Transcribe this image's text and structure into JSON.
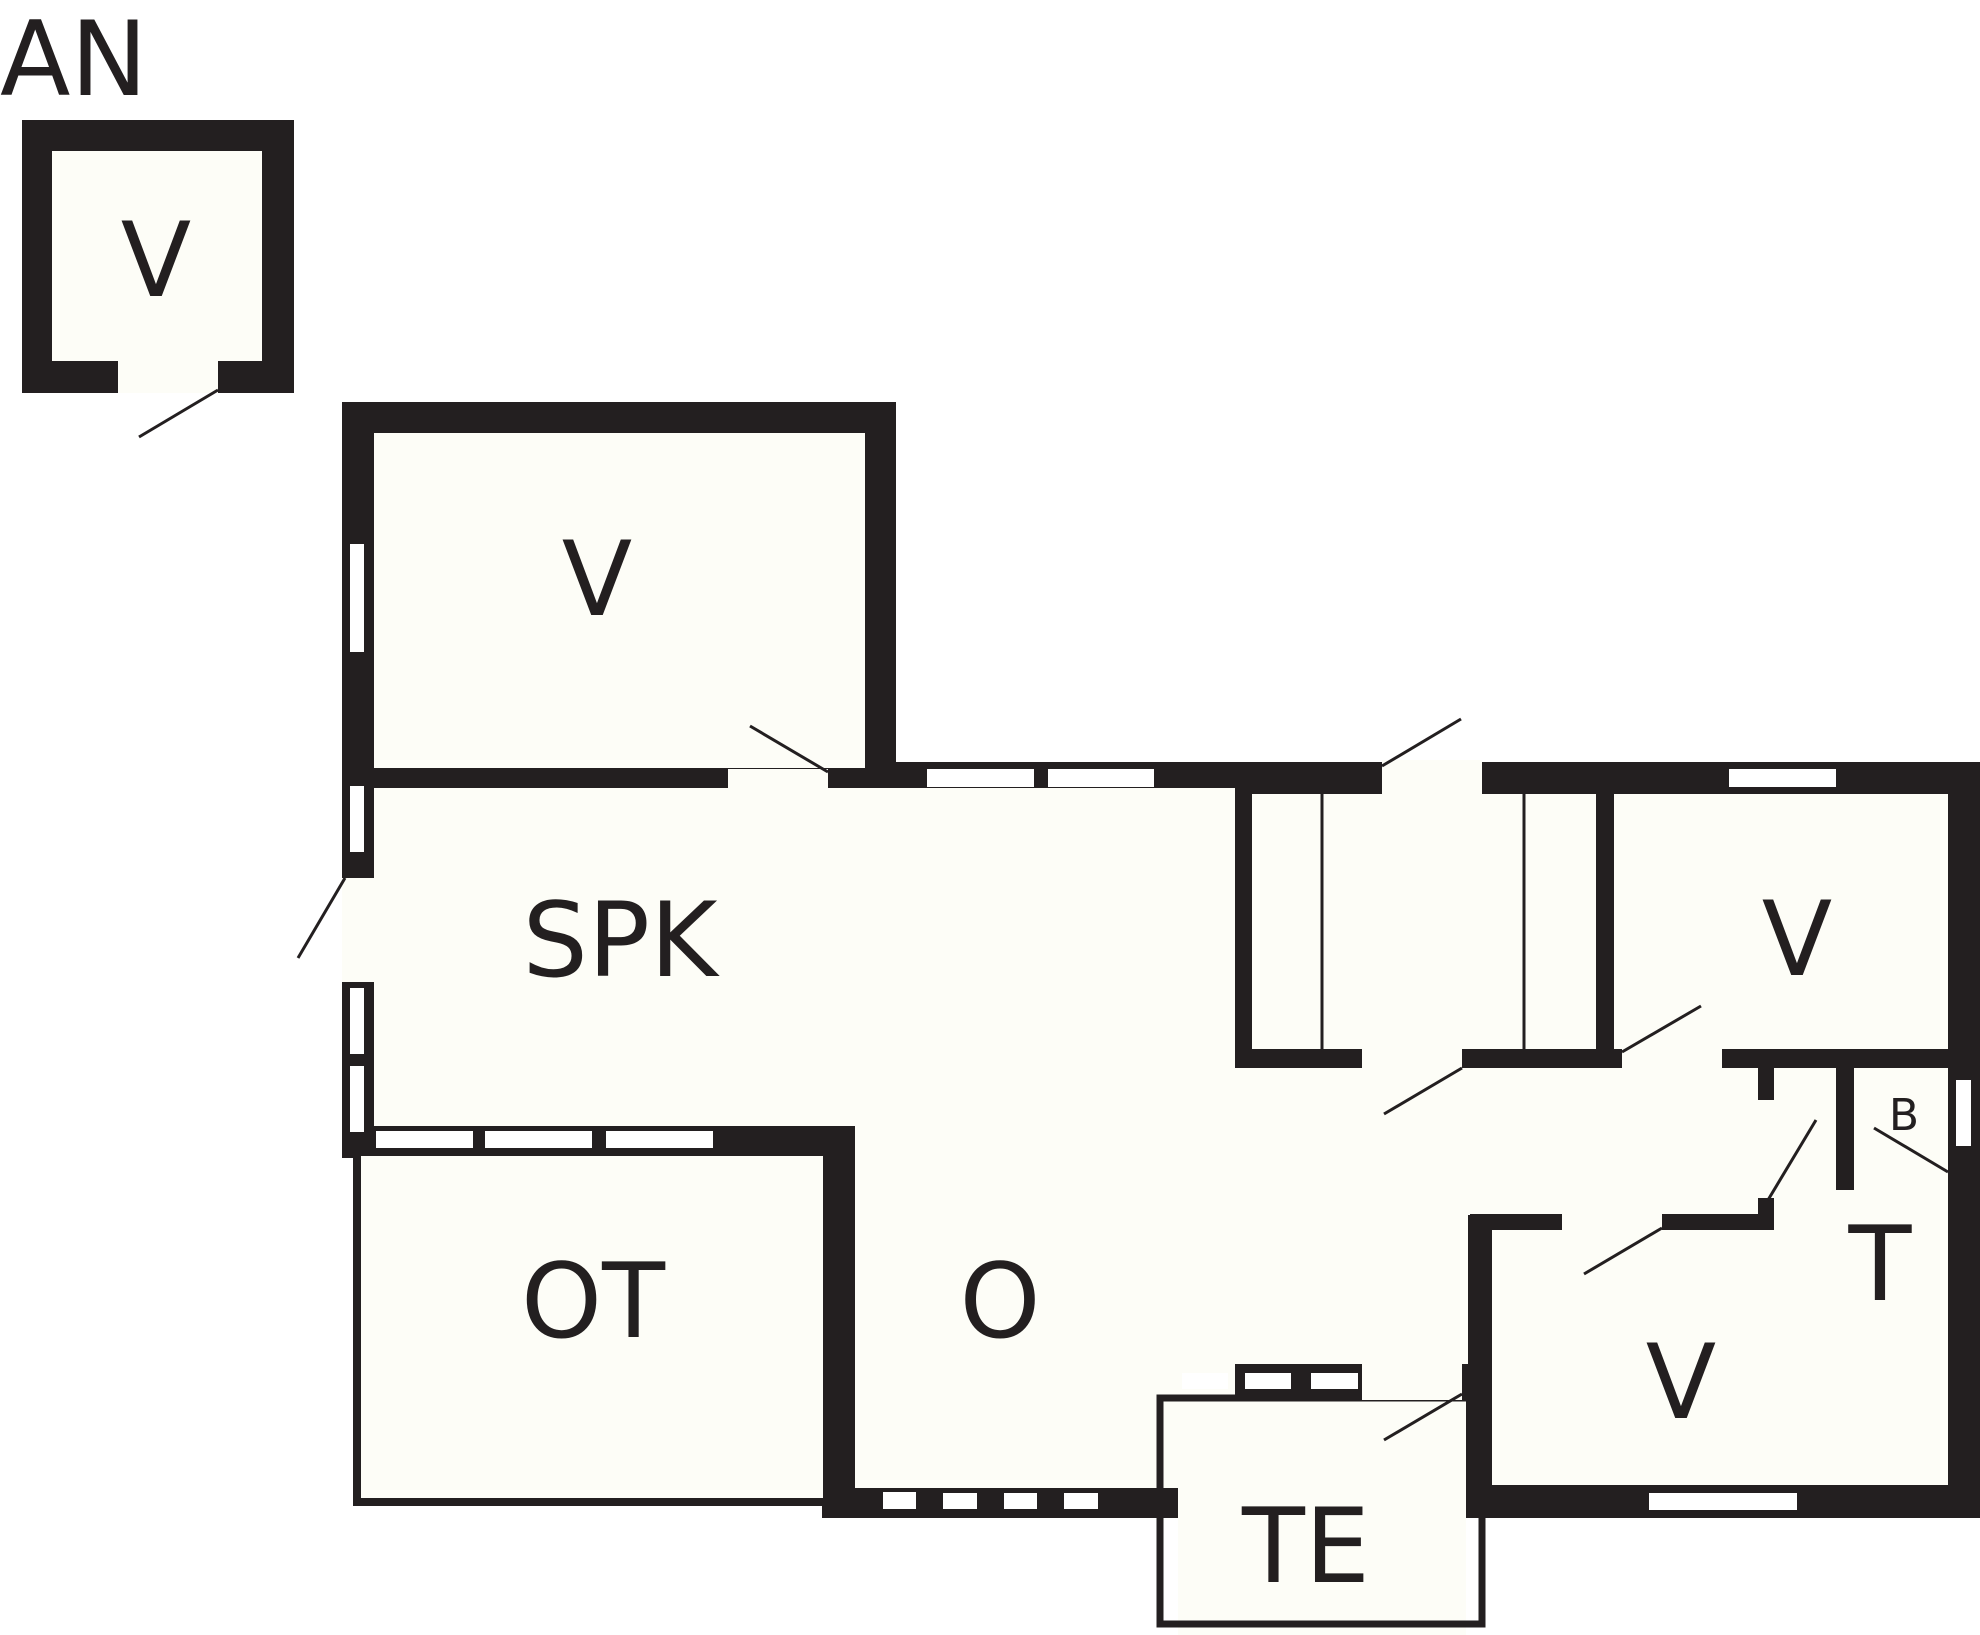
{
  "diagram": {
    "type": "floor-plan",
    "colors": {
      "wall": "#231f20",
      "floor": "#fdfdf7",
      "window": "#ffffff",
      "background": "#ffffff"
    },
    "building_label": "AN",
    "rooms": {
      "annex_room": "V",
      "bedroom_top": "V",
      "kitchen": "SPK",
      "bedroom_right": "V",
      "bathroom_small": "B",
      "toilet": "T",
      "bedroom_bottom": "V",
      "living": "OT",
      "lounge": "O",
      "terrace": "TE"
    }
  }
}
